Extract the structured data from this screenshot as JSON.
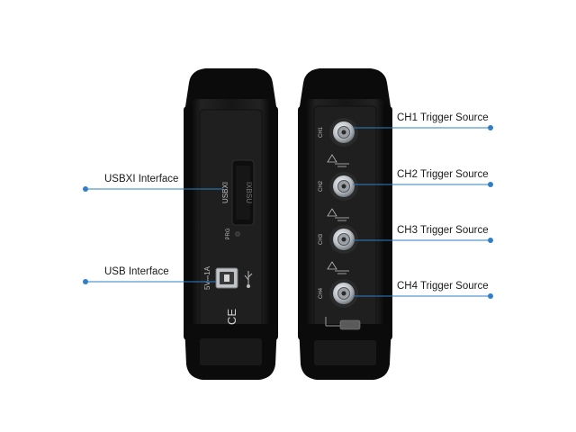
{
  "callouts": {
    "left": [
      {
        "label": "USBXI Interface"
      },
      {
        "label": "USB Interface"
      }
    ],
    "right": [
      {
        "label": "CH1 Trigger Source"
      },
      {
        "label": "CH2 Trigger Source"
      },
      {
        "label": "CH3 Trigger Source"
      },
      {
        "label": "CH4 Trigger Source"
      }
    ]
  },
  "device_markings": {
    "usbxi_port_text": "USBXI",
    "usbxi_cover_text": "IXBSU",
    "prg_text": "PRG",
    "power_text": "5V⎓1A",
    "ce_mark": "CE",
    "channel_labels": [
      "CH1",
      "CH2",
      "CH3",
      "CH4"
    ]
  },
  "colors": {
    "leader_line": "#2f7fc6",
    "leader_dot": "#2f7fc6",
    "device_body": "#141414",
    "device_panel": "#1c1c1c",
    "bnc_metal": "#c9ced3"
  },
  "icons": [
    "usb-icon",
    "ground-icon",
    "caution-icon",
    "ce-mark"
  ]
}
